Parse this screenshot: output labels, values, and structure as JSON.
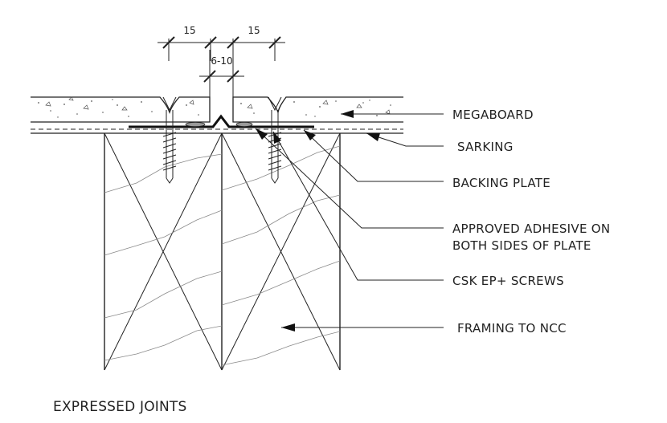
{
  "dimensions": {
    "left_gap": "15",
    "right_gap": "15",
    "joint_gap": "6-10"
  },
  "labels": {
    "megaboard": "MEGABOARD",
    "sarking": "SARKING",
    "backing_plate": "BACKING PLATE",
    "adhesive_line1": "APPROVED ADHESIVE ON",
    "adhesive_line2": "BOTH SIDES OF PLATE",
    "screws": "CSK EP+ SCREWS",
    "framing": "FRAMING TO NCC"
  },
  "title": "EXPRESSED JOINTS"
}
